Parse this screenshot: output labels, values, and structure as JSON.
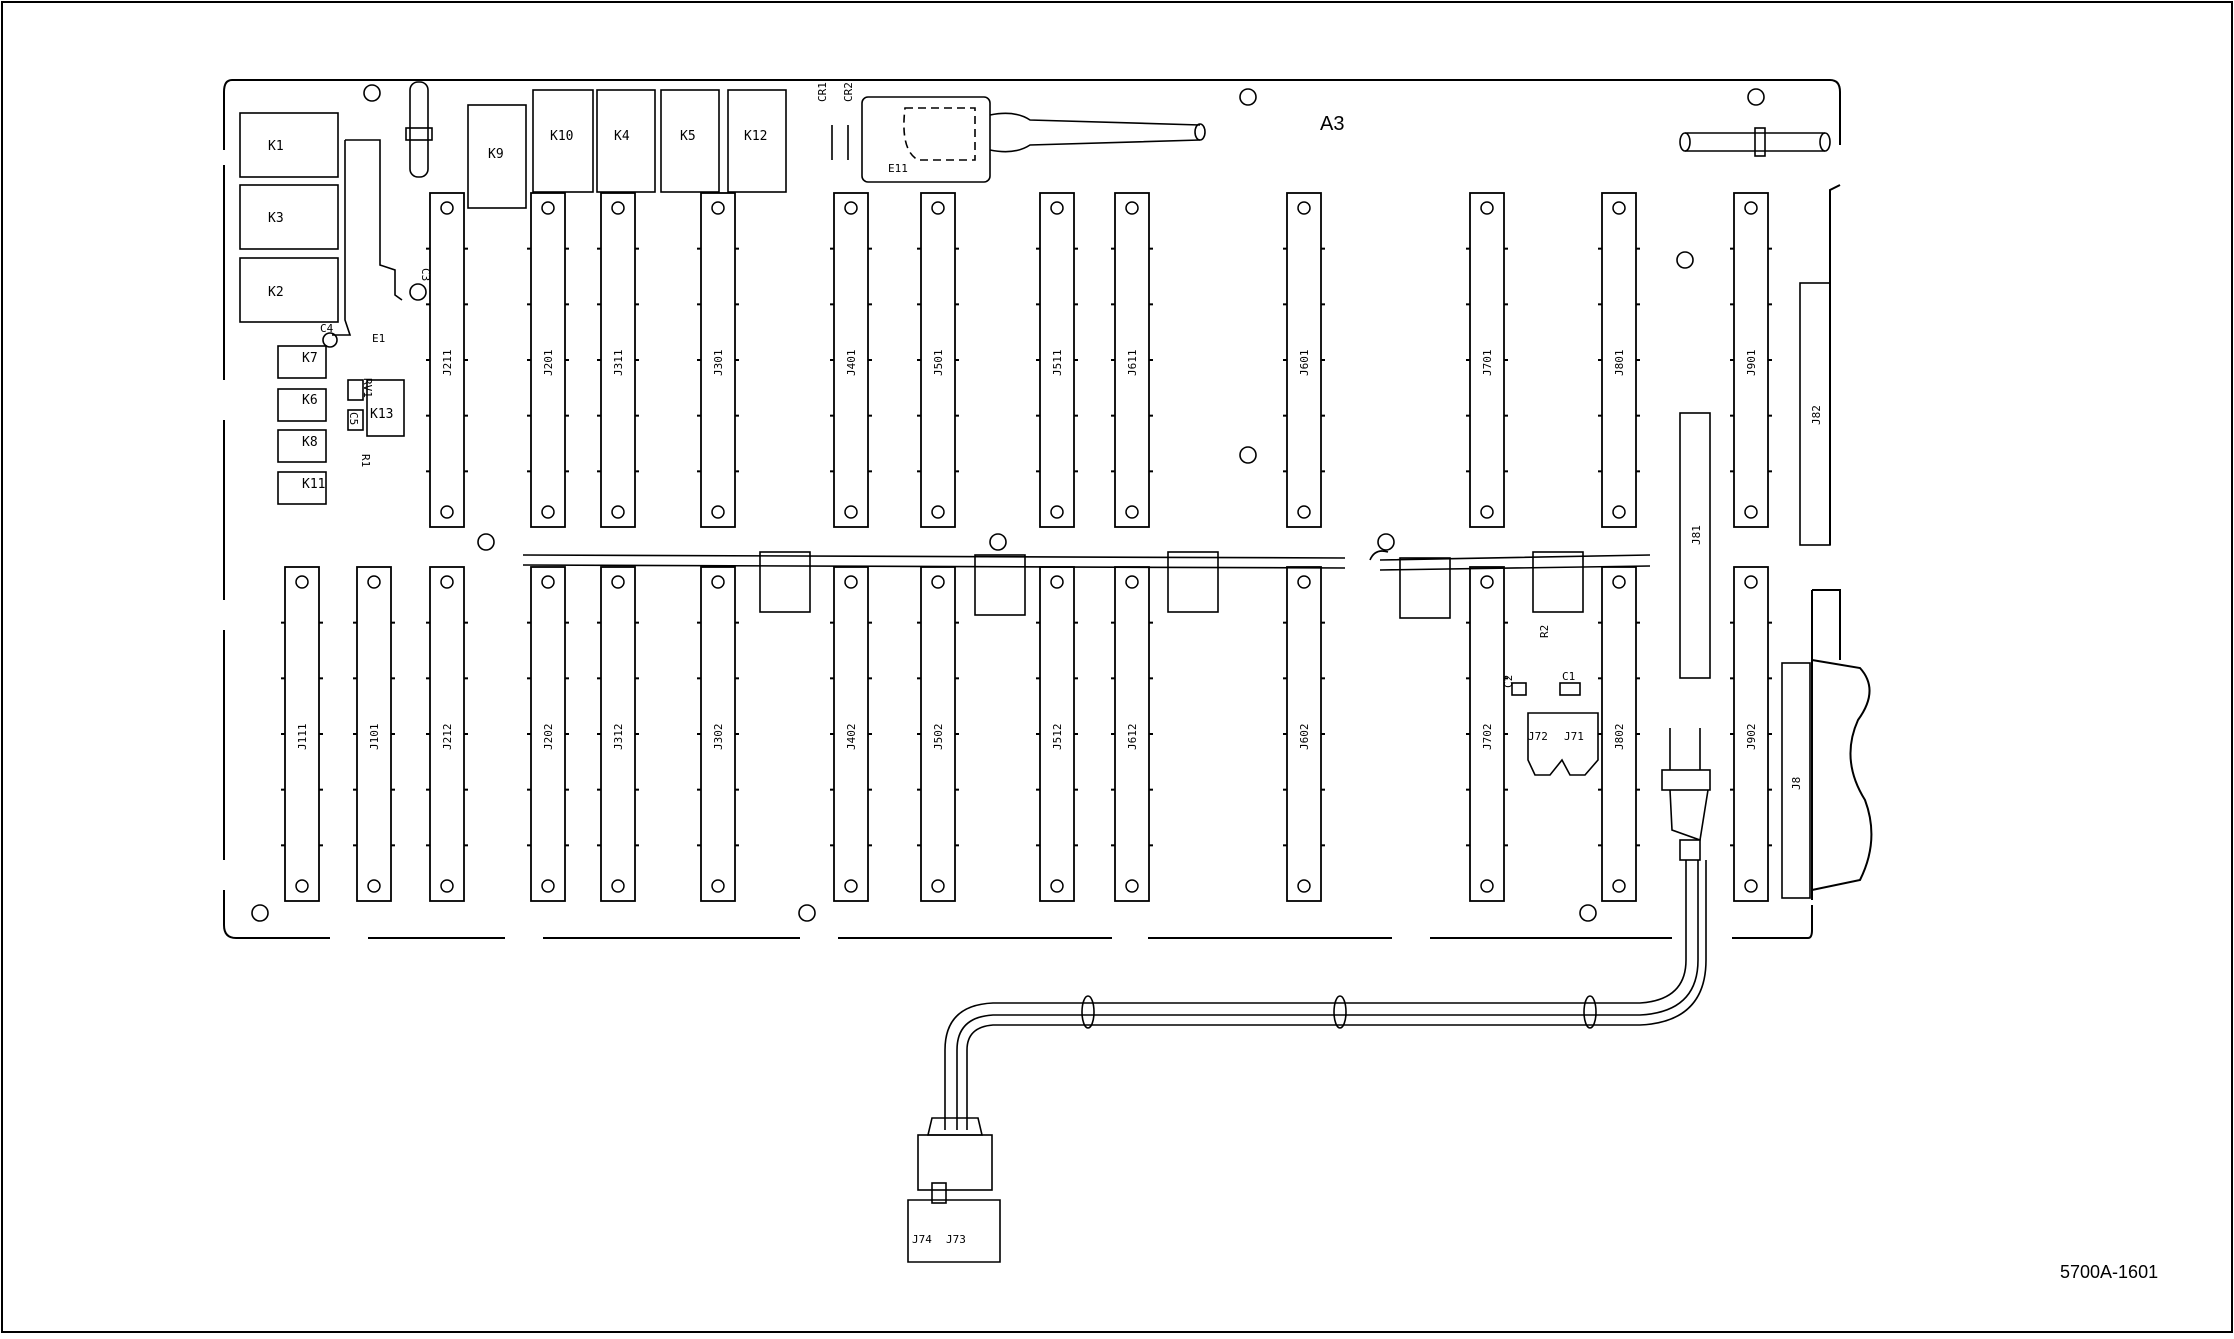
{
  "board": {
    "name": "A3"
  },
  "figure_id": "5700A-1601",
  "relays": [
    "K1",
    "K3",
    "K2",
    "K7",
    "K6",
    "K8",
    "K11",
    "K13",
    "K9",
    "K10",
    "K4",
    "K5",
    "K12"
  ],
  "small_components": [
    "C4",
    "E1",
    "C3",
    "RV1",
    "C5",
    "R1",
    "CR1",
    "CR2",
    "E11",
    "R2",
    "C2",
    "C1"
  ],
  "top_row_connectors": [
    "J211",
    "J201",
    "J311",
    "J301",
    "J401",
    "J501",
    "J511",
    "J611",
    "J601",
    "J701",
    "J801",
    "J901"
  ],
  "bottom_row_connectors": [
    "J111",
    "J101",
    "J212",
    "J202",
    "J312",
    "J302",
    "J402",
    "J502",
    "J512",
    "J612",
    "J602",
    "J702",
    "J802",
    "J902"
  ],
  "side_connectors": [
    "J81",
    "J82",
    "J8"
  ],
  "cable_connectors": [
    "J72",
    "J71",
    "J74",
    "J73"
  ]
}
